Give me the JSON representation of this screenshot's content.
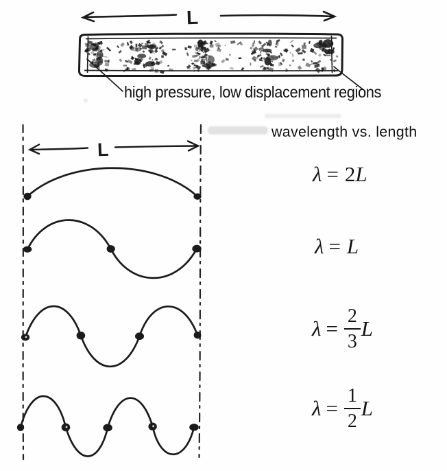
{
  "top_figure": {
    "length_label": "L",
    "caption": "high pressure, low displacement regions"
  },
  "modes_figure": {
    "length_label": "L",
    "title": "wavelength vs. length",
    "modes": [
      {
        "formula_text": "λ = 2L",
        "lambda": "λ",
        "equals": "=",
        "coefficient": "2",
        "fraction": null,
        "suffix": "L",
        "half_wavelengths": 1,
        "node_dots": 2
      },
      {
        "formula_text": "λ = L",
        "lambda": "λ",
        "equals": "=",
        "coefficient": "",
        "fraction": null,
        "suffix": "L",
        "half_wavelengths": 2,
        "node_dots": 3
      },
      {
        "formula_text": "λ = (2/3)L",
        "lambda": "λ",
        "equals": "=",
        "coefficient": "",
        "fraction": {
          "numerator": "2",
          "denominator": "3"
        },
        "suffix": "L",
        "half_wavelengths": 3,
        "node_dots": 4
      },
      {
        "formula_text": "λ = (1/2)L",
        "lambda": "λ",
        "equals": "=",
        "coefficient": "",
        "fraction": {
          "numerator": "1",
          "denominator": "2"
        },
        "suffix": "L",
        "half_wavelengths": 4,
        "node_dots": 5
      }
    ]
  },
  "colors": {
    "ink": "#1b1b1b",
    "paper": "#fefefe"
  }
}
